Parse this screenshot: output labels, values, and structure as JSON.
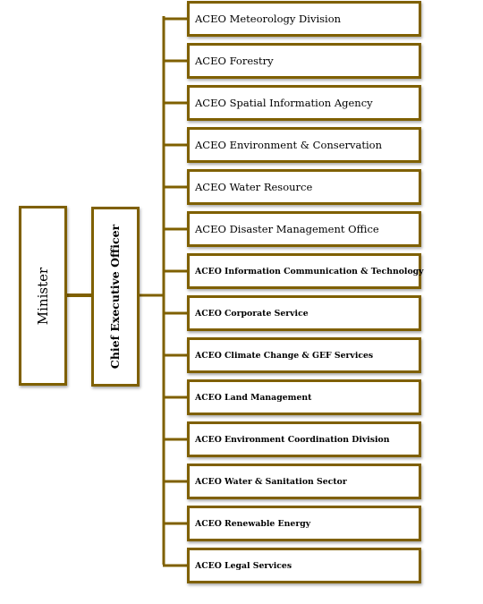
{
  "minister": {
    "label": "Minister"
  },
  "ceo": {
    "label": "Chief Executive Officer"
  },
  "units": [
    {
      "label": "ACEO Meteorology Division",
      "style": "big"
    },
    {
      "label": "ACEO Forestry",
      "style": "big"
    },
    {
      "label": "ACEO Spatial Information Agency",
      "style": "big"
    },
    {
      "label": "ACEO Environment & Conservation",
      "style": "big"
    },
    {
      "label": "ACEO Water Resource",
      "style": "big"
    },
    {
      "label": "ACEO Disaster Management Office",
      "style": "big"
    },
    {
      "label": "ACEO Information Communication & Technology",
      "style": "small"
    },
    {
      "label": "ACEO Corporate Service",
      "style": "small"
    },
    {
      "label": "ACEO Climate Change & GEF Services",
      "style": "small"
    },
    {
      "label": "ACEO Land Management",
      "style": "small"
    },
    {
      "label": "ACEO Environment Coordination Division",
      "style": "small"
    },
    {
      "label": "ACEO Water & Sanitation Sector",
      "style": "small"
    },
    {
      "label": "ACEO Renewable Energy",
      "style": "small"
    },
    {
      "label": "ACEO Legal Services",
      "style": "small"
    }
  ],
  "colors": {
    "line": "#7f6000",
    "box_border": "#7f6000",
    "background": "#ffffff"
  }
}
